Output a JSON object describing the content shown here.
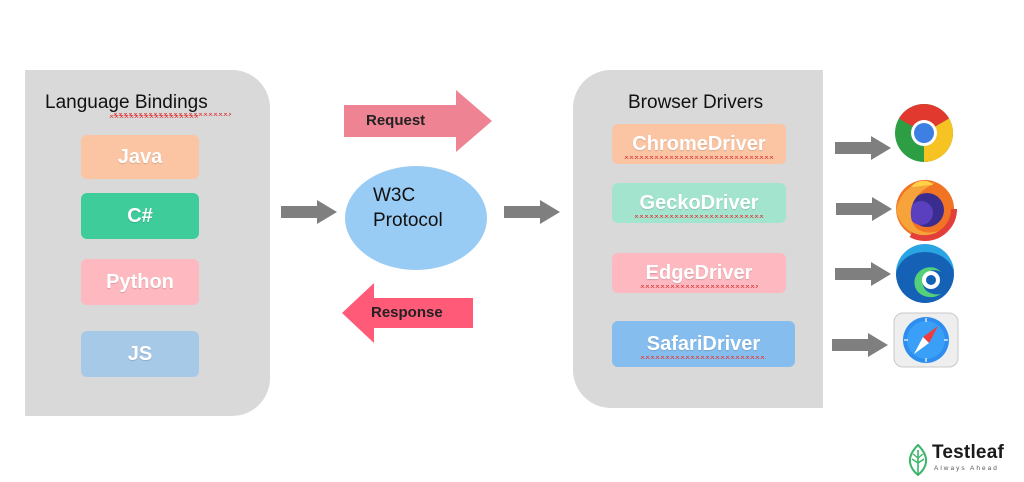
{
  "language_bindings": {
    "title": "Language Bindings",
    "items": [
      {
        "label": "Java",
        "color": "#fbc4a2"
      },
      {
        "label": "C#",
        "color": "#3ecc9b"
      },
      {
        "label": "Python",
        "color": "#fdb8c0"
      },
      {
        "label": "JS",
        "color": "#a7c9e8"
      }
    ]
  },
  "protocol": {
    "line1": "W3C",
    "line2": "Protocol",
    "color": "#99ccf5"
  },
  "request": {
    "label": "Request",
    "color": "#ee8394"
  },
  "response": {
    "label": "Response",
    "color": "#ff5b79"
  },
  "browser_drivers": {
    "title": "Browser Drivers",
    "items": [
      {
        "label": "ChromeDriver",
        "color": "#fbc4a2",
        "icon": "chrome-icon"
      },
      {
        "label": "GeckoDriver",
        "color": "#a3e4cf",
        "icon": "firefox-icon"
      },
      {
        "label": "EdgeDriver",
        "color": "#fdb8c0",
        "icon": "edge-icon"
      },
      {
        "label": "SafariDriver",
        "color": "#85bdee",
        "icon": "safari-icon"
      }
    ]
  },
  "logo": {
    "name": "Testleaf",
    "tagline": "Always Ahead"
  }
}
